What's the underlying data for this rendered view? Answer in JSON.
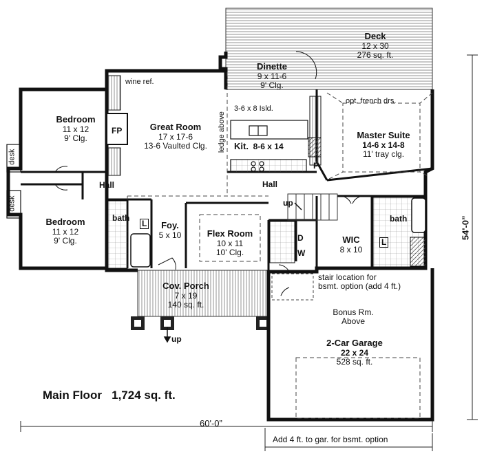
{
  "title": {
    "main_floor": "Main Floor",
    "area": "1,724 sq. ft."
  },
  "dimensions": {
    "width": "60'-0”",
    "depth": "54'-0”"
  },
  "notes": {
    "garage_extension": "Add 4 ft. to gar. for bsmt. option",
    "stair_option_1": "stair location for",
    "stair_option_2": "bsmt. option (add 4 ft.)",
    "french_doors": "opt. french drs.",
    "wine": "wine ref.",
    "island": "3-6 x 8 Isld.",
    "ledge": "ledge above",
    "up_porch": "up",
    "up_stair": "up"
  },
  "rooms": {
    "deck": {
      "name": "Deck",
      "size": "12 x 30",
      "area": "276 sq. ft."
    },
    "dinette": {
      "name": "Dinette",
      "size": "9 x 11-6",
      "ceiling": "9' Clg."
    },
    "great_room": {
      "name": "Great Room",
      "size": "17 x 17-6",
      "ceiling": "13-6 Vaulted Clg."
    },
    "kitchen": {
      "name": "Kit.",
      "size": "8-6 x 14"
    },
    "master": {
      "name": "Master Suite",
      "size": "14-6 x 14-8",
      "ceiling": "11' tray clg."
    },
    "bedroom1": {
      "name": "Bedroom",
      "size": "11 x 12",
      "ceiling": "9' Clg."
    },
    "bedroom2": {
      "name": "Bedroom",
      "size": "11 x 12",
      "ceiling": "9' Clg."
    },
    "foyer": {
      "name": "Foy.",
      "size": "5 x 10"
    },
    "flex": {
      "name": "Flex Room",
      "size": "10 x 11",
      "ceiling": "10' Clg."
    },
    "wic": {
      "name": "WIC",
      "size": "8 x 10"
    },
    "porch": {
      "name": "Cov. Porch",
      "size": "7 x 19",
      "area": "140 sq. ft."
    },
    "garage": {
      "name": "2-Car Garage",
      "size": "22 x 24",
      "area": "528 sq. ft."
    },
    "bonus": {
      "line1": "Bonus Rm.",
      "line2": "Above"
    }
  },
  "small_labels": {
    "hall_left": "Hall",
    "hall_center": "Hall",
    "bath_left": "bath",
    "bath_right": "bath",
    "fp": "FP",
    "desk_top": "desk",
    "desk_bottom": "desk",
    "linen_left": "L",
    "linen_right": "L",
    "pantry": "P",
    "dryer": "D",
    "washer": "W"
  }
}
